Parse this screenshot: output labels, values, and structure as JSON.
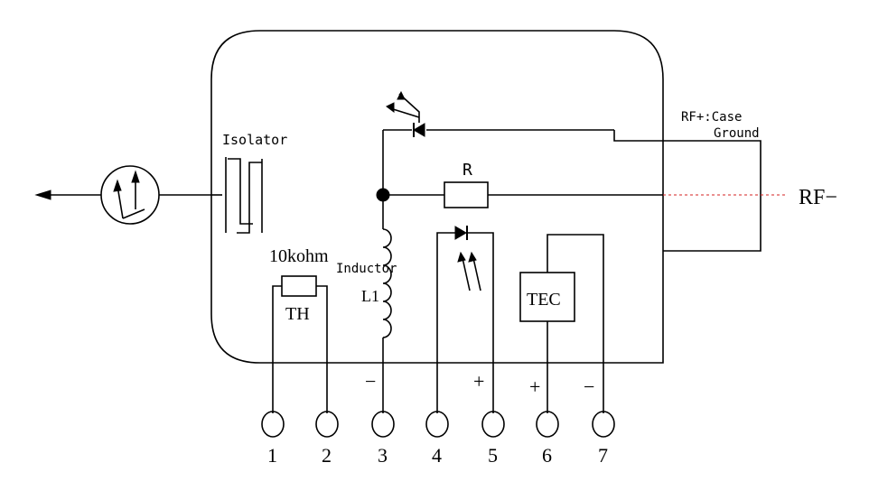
{
  "labels": {
    "isolator": "Isolator",
    "rf_plus": "RF+:Case",
    "ground": "Ground",
    "resistor": "R",
    "rf_minus": "RF−",
    "thermistor_value": "10kohm",
    "thermistor": "TH",
    "inductor": "Inductor",
    "inductor_ref": "L1",
    "tec": "TEC",
    "minus_pin3": "−",
    "plus_pin5": "+",
    "plus_pin6": "+",
    "minus_pin7": "−"
  },
  "pins": [
    "1",
    "2",
    "3",
    "4",
    "5",
    "6",
    "7"
  ],
  "colors": {
    "line": "#000000",
    "rf_dashed": "#d62020"
  }
}
